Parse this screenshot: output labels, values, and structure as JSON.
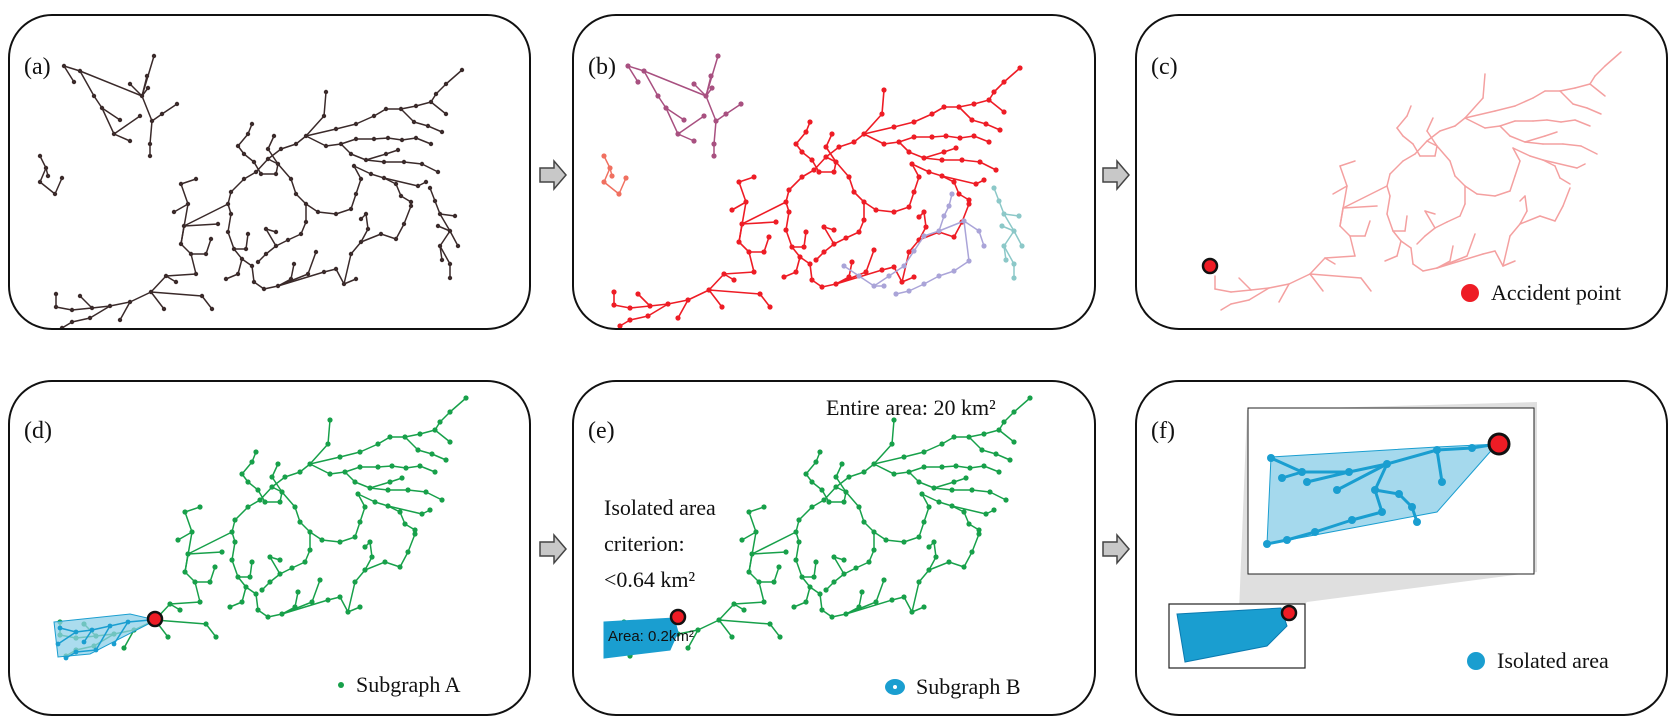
{
  "panels": {
    "a": {
      "label": "(a)"
    },
    "b": {
      "label": "(b)"
    },
    "c": {
      "label": "(c)",
      "legend": "Accident point"
    },
    "d": {
      "label": "(d)",
      "legend": "Subgraph A"
    },
    "e": {
      "label": "(e)",
      "legend": "Subgraph B",
      "entire_area": "Entire area: 20 km²",
      "criterion_line1": "Isolated area",
      "criterion_line2": "criterion:",
      "criterion_line3": "<0.64 km²",
      "area_label": "Area: 0.2km²"
    },
    "f": {
      "label": "(f)",
      "legend": "Isolated area"
    }
  },
  "colors": {
    "network_dark": "#3a2a2a",
    "main_red": "#ee1c25",
    "purple_cluster": "#a85080",
    "salmon_cluster": "#f07060",
    "lavender_cluster": "#aaa4d8",
    "teal_cluster": "#8cc8c8",
    "pink_network": "#f4a0a0",
    "green_network": "#17a04a",
    "isolated_blue": "#1a9ed0",
    "isolated_fill": "#8fd0e8",
    "accident_red": "#ee1c25"
  },
  "icons": [
    "accident-point-marker",
    "flow-arrow"
  ]
}
